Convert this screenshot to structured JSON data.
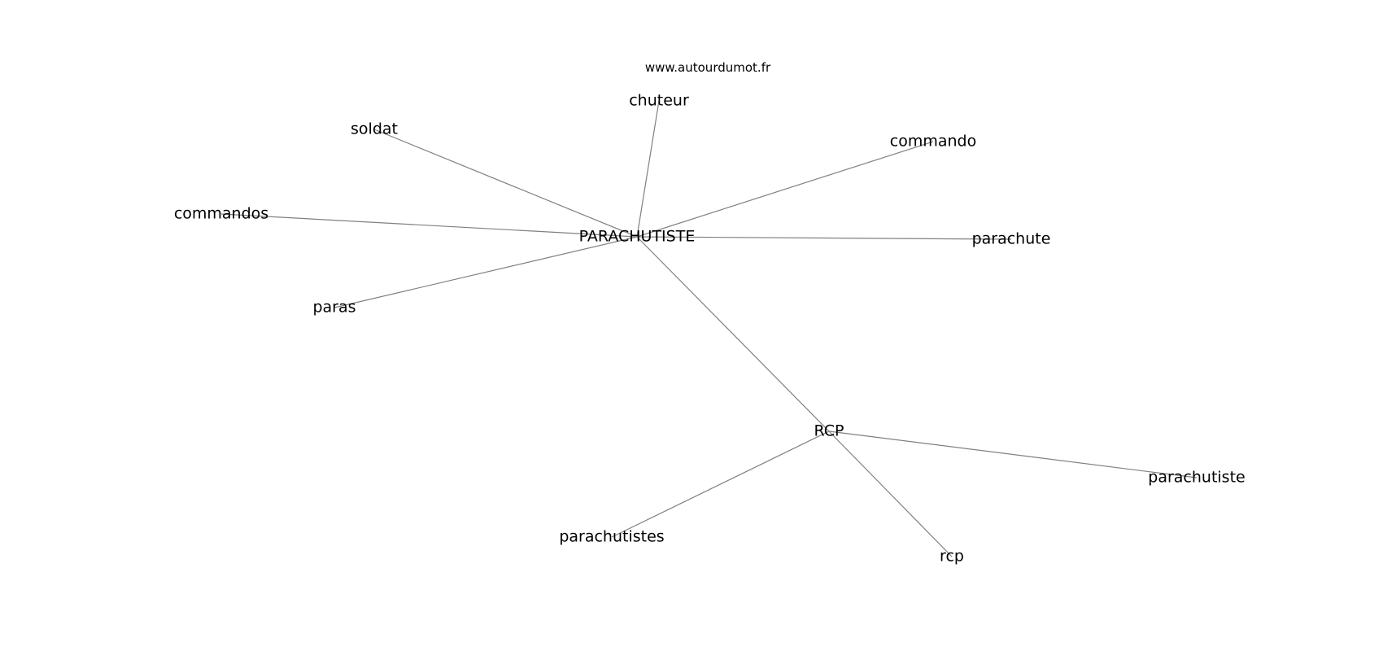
{
  "site": "www.autourdumot.fr",
  "center": "PARACHUTISTE",
  "nodes": {
    "parachutiste_upper": "PARACHUTISTE",
    "chuteur": "chuteur",
    "soldat": "soldat",
    "commando": "commando",
    "commandos": "commandos",
    "parachute": "parachute",
    "paras": "paras",
    "rcp_upper": "RCP",
    "parachutistes": "parachutistes",
    "parachutiste": "parachutiste",
    "rcp": "rcp"
  },
  "edges": [
    [
      "parachutiste_upper",
      "chuteur"
    ],
    [
      "parachutiste_upper",
      "soldat"
    ],
    [
      "parachutiste_upper",
      "commando"
    ],
    [
      "parachutiste_upper",
      "commandos"
    ],
    [
      "parachutiste_upper",
      "parachute"
    ],
    [
      "parachutiste_upper",
      "paras"
    ],
    [
      "parachutiste_upper",
      "rcp_upper"
    ],
    [
      "rcp_upper",
      "parachutistes"
    ],
    [
      "rcp_upper",
      "parachutiste"
    ],
    [
      "rcp_upper",
      "rcp"
    ]
  ]
}
